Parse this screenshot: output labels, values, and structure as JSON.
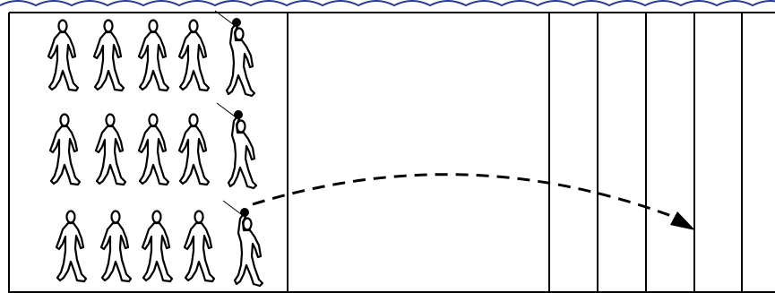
{
  "diagram": {
    "subject": "players-throwing-onto-lanes",
    "rows": [
      {
        "walkers": 4,
        "thrower": 1
      },
      {
        "walkers": 4,
        "thrower": 1
      },
      {
        "walkers": 4,
        "thrower": 1
      }
    ],
    "lanes": 5,
    "trajectory": {
      "style": "dashed",
      "from_row": 3,
      "to_lane": 3
    },
    "colors": {
      "ink": "#000000",
      "background": "#ffffff",
      "top_border_accent": "#2a3b8f"
    },
    "icons": [
      "person-walking-icon",
      "person-throwing-icon",
      "ball-icon",
      "arrowhead-icon"
    ]
  }
}
